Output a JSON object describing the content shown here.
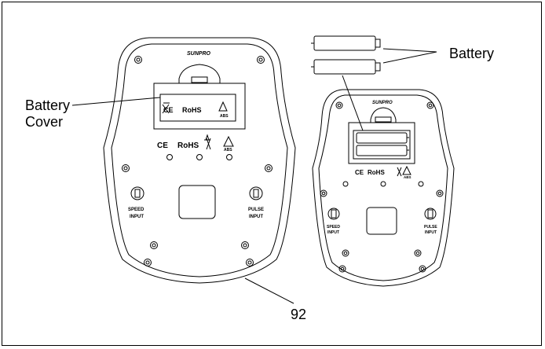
{
  "labels": {
    "battery_cover_line1": "Battery",
    "battery_cover_line2": "Cover",
    "battery": "Battery",
    "part_number": "92"
  },
  "device": {
    "brand": "SUNPRO",
    "cert_ce": "CE",
    "cert_rohs": "RoHS",
    "cert_abs": "ABS",
    "speed_input_line1": "SPEED",
    "speed_input_line2": "INPUT",
    "pulse_input_line1": "PULSE",
    "pulse_input_line2": "INPUT"
  },
  "icons": [
    "recycle-bin-crossed-icon",
    "abs-triangle-icon",
    "screw-hole-icon",
    "jack-connector-icon"
  ],
  "colors": {
    "line": "#000000",
    "background": "#ffffff"
  }
}
